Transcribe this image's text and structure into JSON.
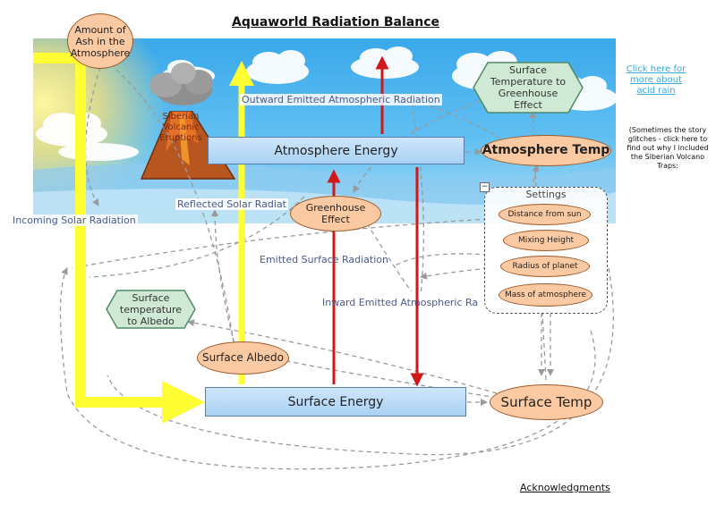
{
  "title": "Aquaworld Radiation Balance",
  "colors": {
    "solar": "#ffff33",
    "radiation_red": "#d01818",
    "dashed_link": "#9a9a9a",
    "stock_fill": "#b3d8f5",
    "aux_fill": "#fbcaa3",
    "hex_fill": "#cfe9d5"
  },
  "stocks": {
    "atmosphere": "Atmosphere Energy",
    "surface": "Surface Energy"
  },
  "variables": {
    "ash": "Amount of Ash in the Atmosphere",
    "atm_temp": "Atmosphere Temp",
    "greenhouse": "Greenhouse Effect",
    "surface_albedo": "Surface Albedo",
    "surface_temp": "Surface Temp"
  },
  "lookups": {
    "surface_to_greenhouse": "Surface Temperature to Greenhouse Effect",
    "surface_to_albedo": "Surface temperature to Albedo"
  },
  "flows": {
    "incoming_solar": "Incoming Solar Radiation",
    "reflected_solar": "Reflected Solar Radiat",
    "outward_atm": "Outward Emitted Atmospheric Radiation",
    "emitted_surface": "Emitted Surface Radiation",
    "inward_atm": "Inward Emitted Atmospheric Ra"
  },
  "settings": {
    "title": "Settings",
    "collapse": "−",
    "items": [
      "Distance from sun",
      "Mixing Height",
      "Radius of planet",
      "Mass of atmosphere"
    ]
  },
  "volcano_label": "Siberian Volcanic Eruptions",
  "links": {
    "acid_rain": "Click here for more about acid rain",
    "glitch_note": "(Sometimes the story glitches - click here to find out why I included the Siberian Volcano Traps:",
    "acknowledgments": "Acknowledgments"
  }
}
